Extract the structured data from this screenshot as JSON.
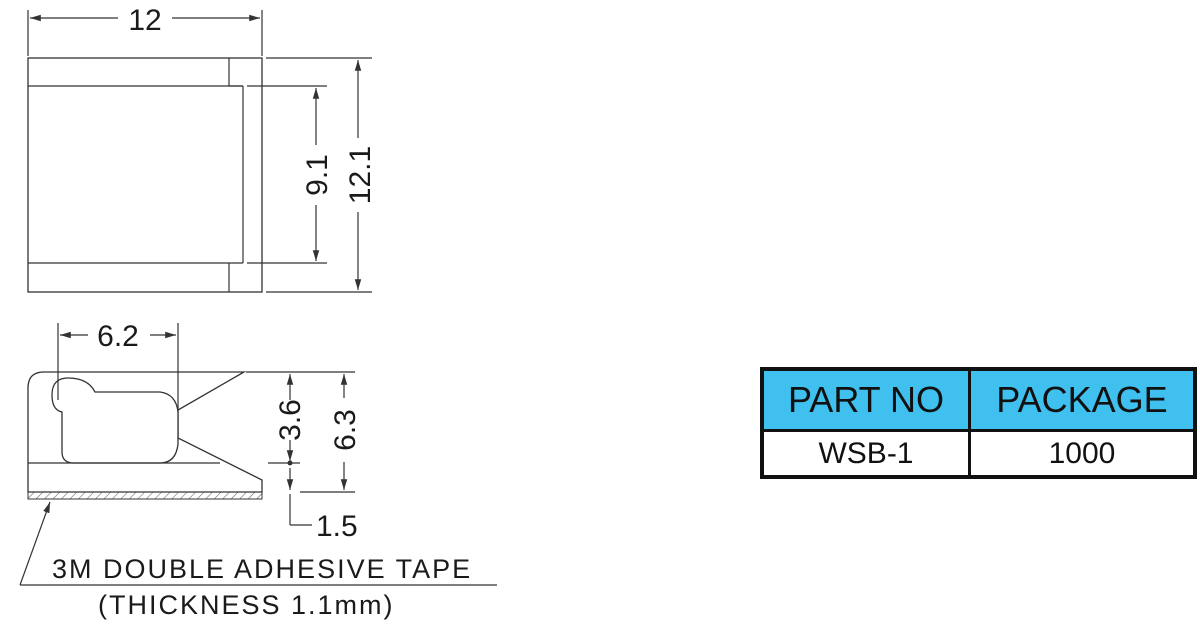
{
  "top_view": {
    "width_dim": "12",
    "inner_height_dim": "9.1",
    "outer_height_dim": "12.1"
  },
  "side_view": {
    "opening_dim": "6.2",
    "gap_dim": "3.6",
    "height_dim": "6.3",
    "base_dim": "1.5"
  },
  "tape_note": {
    "line1": "3M DOUBLE ADHESIVE TAPE",
    "line2": "(THICKNESS 1.1mm)"
  },
  "parts_table": {
    "headers": [
      "PART NO",
      "PACKAGE"
    ],
    "rows": [
      [
        "WSB-1",
        "1000"
      ]
    ],
    "header_color": "#3fc0ef"
  }
}
